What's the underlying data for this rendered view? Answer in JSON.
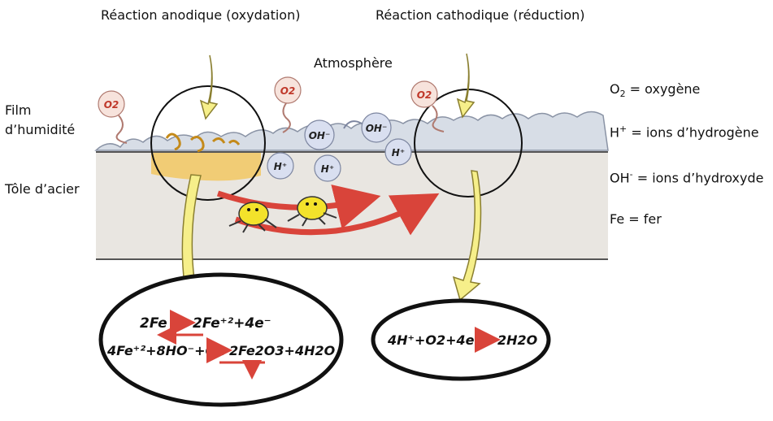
{
  "headers": {
    "anodic": "Réaction anodique (oxydation)",
    "cathodic": "Réaction cathodique (réduction)",
    "atmosphere": "Atmosphère"
  },
  "side_labels": {
    "film_line1": "Film",
    "film_line2": "d’humidité",
    "steel": "Tôle d’acier"
  },
  "legend": [
    {
      "symbol": "O",
      "sub": "2",
      "sup": "",
      "text": " = oxygène"
    },
    {
      "symbol": "H",
      "sub": "",
      "sup": "+",
      "text": " = ions d’hydrogène"
    },
    {
      "symbol": "OH",
      "sub": "",
      "sup": "-",
      "text": " = ions d’hydroxyde"
    },
    {
      "symbol": "Fe",
      "sub": "",
      "sup": "",
      "text": " = fer"
    }
  ],
  "ions": {
    "o2": "O2",
    "oh": "OH⁻",
    "h": "H⁺"
  },
  "anodic_equations": {
    "line1_left": "2Fe",
    "line1_right": "2Fe⁺²+4e⁻",
    "line2_left": "4Fe⁺²+8HO⁻+O2",
    "line2_right": "2Fe2O3+4H2O"
  },
  "cathodic_equation": {
    "left": "4H⁺+O2+4e⁻",
    "right": "2H2O"
  },
  "colors": {
    "steel": "#e9e6e1",
    "film": "#d7dde6",
    "arrow_yellow": "#f6ef8a",
    "arrow_red": "#d9443a",
    "rust": "#f3c65a",
    "ion_bubble": "#d9dff0"
  }
}
